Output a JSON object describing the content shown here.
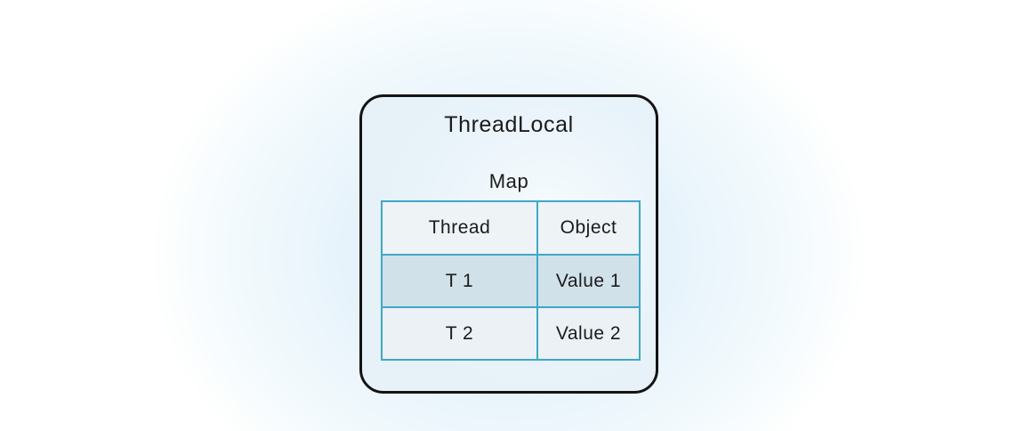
{
  "diagram": {
    "title": "ThreadLocal",
    "map_label": "Map",
    "table": {
      "headers": [
        "Thread",
        "Object"
      ],
      "rows": [
        {
          "thread": "T 1",
          "object": "Value 1",
          "highlighted": true
        },
        {
          "thread": "T 2",
          "object": "Value 2",
          "highlighted": false
        }
      ]
    },
    "colors": {
      "text": "#1b1b1b",
      "box_border": "#141414",
      "box_fill": "#e9f3fa",
      "table_border": "#3ea8c6",
      "header_bg": "#eef3f6",
      "row_bg": "#ebf1f4",
      "row_highlight_bg": "#d1e1e9",
      "glow": "#ddedf9"
    }
  }
}
